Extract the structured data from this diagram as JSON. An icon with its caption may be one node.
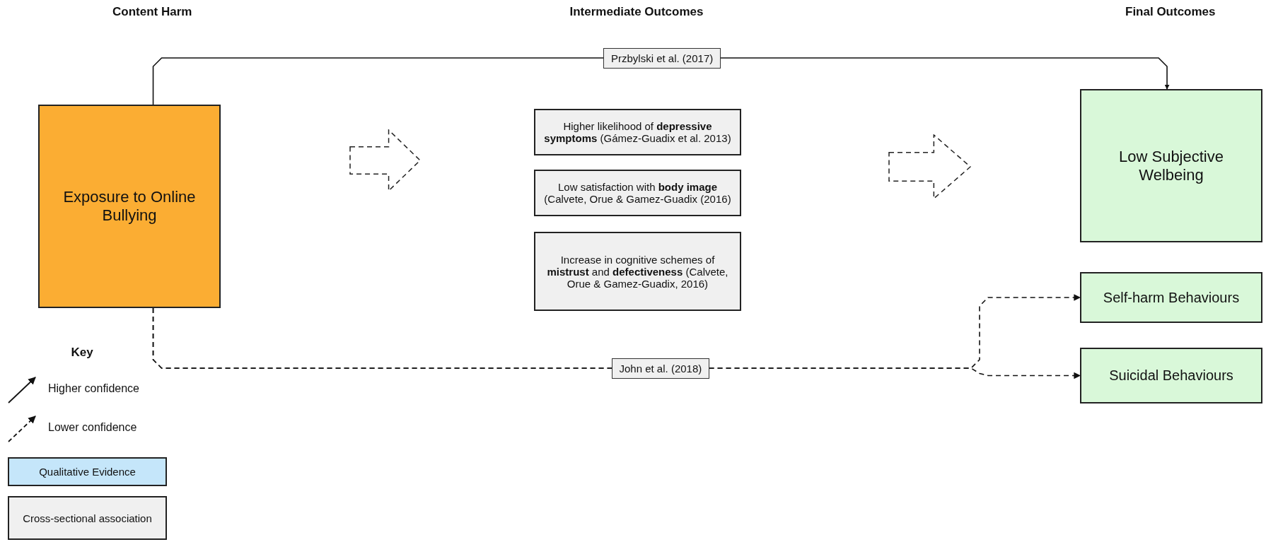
{
  "diagram": {
    "nodes": [
      {
        "text": [
          "Exposure to Online Bullying"
        ]
      },
      {
        "text": [],
        "shape": "arrow"
      },
      {
        "text": [
          "Higher likelihood of **depressive symptoms** (Gámez-Guadix et al. 2013)"
        ]
      },
      {
        "text": [
          "Low satisfaction with **body image** (Calvete, Orue & Gamez-Guadix (2016)"
        ]
      },
      {
        "text": [
          "Increase in cognitive schemes of **mistrust** and **defectiveness** (Calvete, Orue & Gamez-Guadix, 2016)"
        ]
      },
      {
        "text": [],
        "shape": "arrow"
      },
      {
        "text": [
          "Low Subjective Welbeing"
        ]
      },
      {
        "text": [
          "Self-harm Behaviours"
        ]
      },
      {
        "text": [
          "Suicidal Behaviours"
        ]
      }
    ],
    "edges": [
      {
        "from": 0,
        "to": 6,
        "arrow": "to",
        "label": "Przbylski et al. (2017)"
      },
      {
        "from": 0,
        "to": 7,
        "arrow": "to",
        "label": "John et al. (2018)",
        "style": "dashed"
      },
      {
        "from": 0,
        "to": 8,
        "arrow": "to",
        "style": "dashed"
      }
    ],
    "labels": [
      "Content Harm",
      "Intermediate Outcomes",
      "Final Outcomes",
      "Key"
    ],
    "legend": [
      {
        "text": "Higher confidence"
      },
      {
        "text": "Lower confidence"
      },
      {
        "text": "Qualitative Evidence",
        "color": "#c5e6fa"
      },
      {
        "text": "Cross-sectional association",
        "color": "#f0f0f0"
      }
    ]
  }
}
